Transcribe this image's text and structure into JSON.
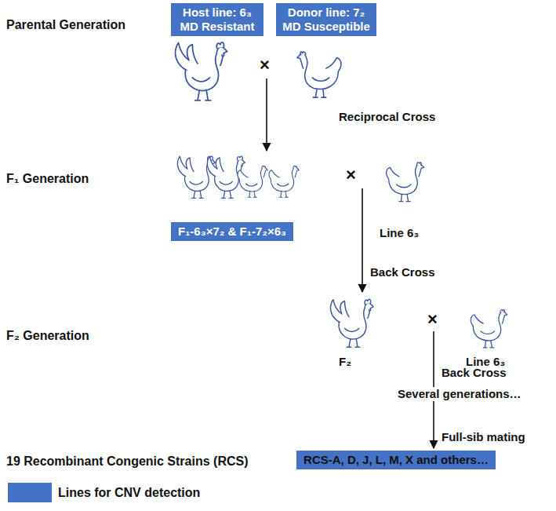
{
  "diagram": {
    "nodes": [
      {
        "text": [
          "Host line: 6₃ MD Resistant"
        ]
      },
      {
        "text": [
          "Donor line: 7₂ MD Susceptible"
        ]
      },
      {
        "text": [
          "F₁-6₃×7₂ & F₁-7₂×6₃"
        ]
      },
      {
        "text": [
          "RCS-A, D, J, L, M, X and others…"
        ]
      }
    ],
    "labels": [
      "Parental Generation",
      "×",
      "Reciprocal Cross",
      "F₁ Generation",
      "×",
      "Line 6₃",
      "Back Cross",
      "F₂ Generation",
      "F₂",
      "×",
      "Line 6₃",
      "Back Cross",
      "Several generations…",
      "Full-sib mating",
      "19 Recombinant Congenic Strains (RCS)"
    ],
    "legend": [
      {
        "text": "Lines for CNV detection",
        "color": "#4472C4"
      }
    ]
  }
}
